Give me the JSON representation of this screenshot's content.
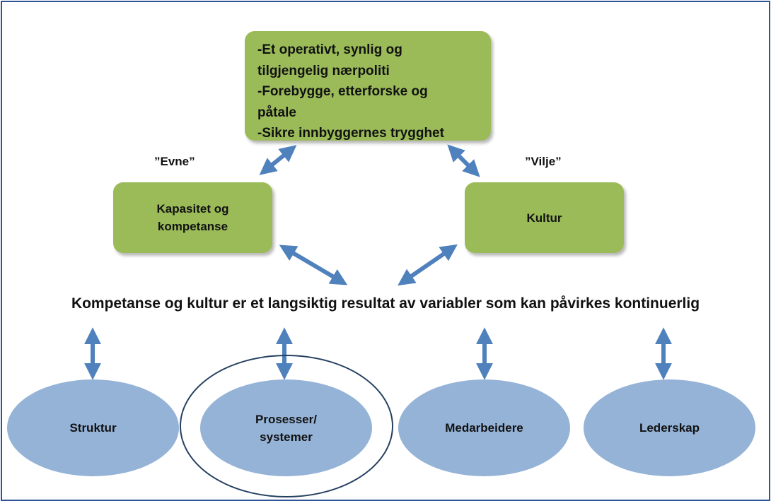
{
  "goal_box": {
    "lines": [
      "-Et operativt, synlig og",
      "tilgjengelig nærpoliti",
      "-Forebygge, etterforske og",
      "påtale",
      "-Sikre innbyggernes trygghet"
    ]
  },
  "labels": {
    "evne": "”Evne”",
    "vilje": "”Vilje”"
  },
  "boxes": {
    "kapasitet": [
      "Kapasitet og",
      "kompetanse"
    ],
    "kultur": "Kultur"
  },
  "statement": "Kompetanse og kultur er et langsiktig resultat av variabler som kan påvirkes kontinuerlig",
  "variables": {
    "struktur": "Struktur",
    "prosesser": [
      "Prosesser/",
      "systemer"
    ],
    "medarbeidere": "Medarbeidere",
    "lederskap": "Lederskap"
  },
  "colors": {
    "box_green": "#9bbb59",
    "ellipse_blue": "#95b3d7",
    "arrow_blue": "#4f81bd",
    "frame_border": "#2f5597",
    "highlight_ring": "#243f60"
  }
}
